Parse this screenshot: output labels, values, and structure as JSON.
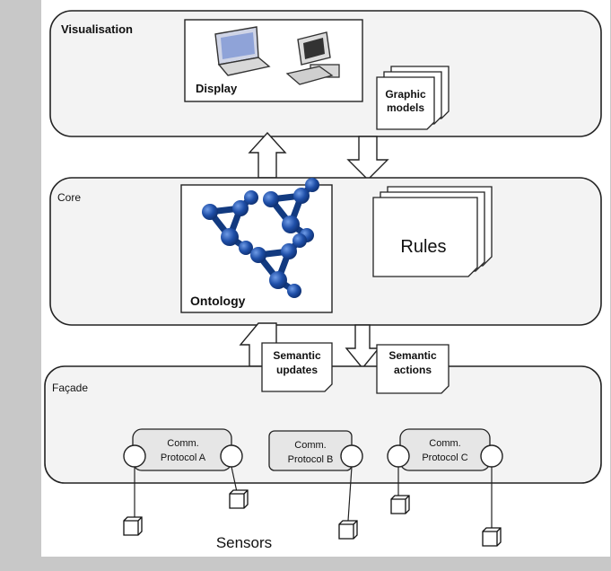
{
  "layers": {
    "visualisation": "Visualisation",
    "core": "Core",
    "facade": "Façade"
  },
  "visualisation_box": {
    "display_label": "Display",
    "graphic_models_line1": "Graphic",
    "graphic_models_line2": "models"
  },
  "core_box": {
    "ontology_label": "Ontology",
    "rules_label": "Rules"
  },
  "notes": {
    "semantic_updates_line1": "Semantic",
    "semantic_updates_line2": "updates",
    "semantic_actions_line1": "Semantic",
    "semantic_actions_line2": "actions"
  },
  "protocols": [
    {
      "line1": "Comm.",
      "line2": "Protocol A"
    },
    {
      "line1": "Comm.",
      "line2": "Protocol B"
    },
    {
      "line1": "Comm.",
      "line2": "Protocol C"
    }
  ],
  "sensors_label": "Sensors",
  "colors": {
    "background": "#c8c8c8",
    "canvas": "#ffffff",
    "layer_fill": "#f3f3f3",
    "protocol_fill": "#e6e6e6",
    "protocol_text": "#2c3f8a",
    "molecule_blue": "#1f4fa8",
    "molecule_dark": "#123a80"
  },
  "icons": [
    "laptop-icon",
    "desktop-computer-icon",
    "molecule-icon",
    "sensor-cube-icon",
    "document-stack-icon"
  ]
}
